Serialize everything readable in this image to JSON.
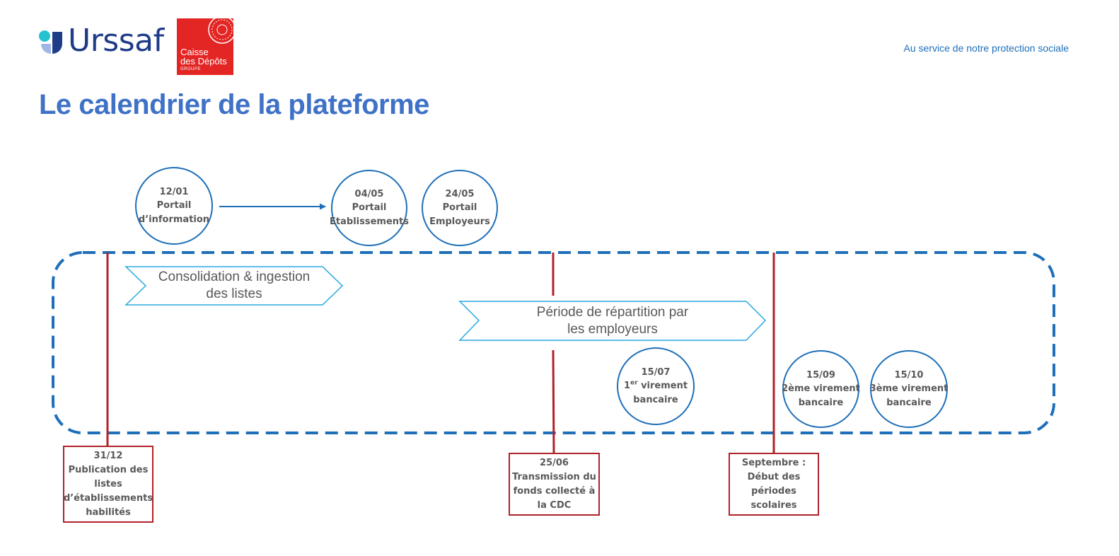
{
  "header": {
    "urssaf_logo_text": "Urssaf",
    "cdc_logo": {
      "line1": "Caisse",
      "line2": "des Dépôts",
      "line3": "GROUPE"
    },
    "tagline": "Au service de notre protection sociale"
  },
  "page_title": "Le calendrier de la plateforme",
  "milestones_top": [
    {
      "date": "12/01",
      "line1": "Portail",
      "line2": "d’information"
    },
    {
      "date": "04/05",
      "line1": "Portail",
      "line2": "Etablissements"
    },
    {
      "date": "24/05",
      "line1": "Portail",
      "line2": "Employeurs"
    }
  ],
  "phases": [
    {
      "line1": "Consolidation & ingestion",
      "line2": "des listes"
    },
    {
      "line1": "Période de répartition par",
      "line2": "les employeurs"
    }
  ],
  "payments": [
    {
      "date": "15/07",
      "ordinal": "1",
      "ordinal_suffix": "er",
      "line1": "virement",
      "line2": "bancaire"
    },
    {
      "date": "15/09",
      "line1": "2ème virement",
      "line2": "bancaire"
    },
    {
      "date": "15/10",
      "line1": "3ème virement",
      "line2": "bancaire"
    }
  ],
  "key_dates": [
    {
      "line1": "31/12",
      "line2": "Publication des",
      "line3": "listes",
      "line4": "d’établissements",
      "line5": "habilités"
    },
    {
      "line1": "25/06",
      "line2": "Transmission du",
      "line3": "fonds collecté à",
      "line4": "la CDC"
    },
    {
      "line1": "Septembre :",
      "line2": "Début des",
      "line3": "périodes",
      "line4": "scolaires"
    }
  ],
  "colors": {
    "title_blue": "#3f72c7",
    "node_blue": "#1e6fb8",
    "chevron_border": "#29a8e0",
    "marker_red": "#b02229",
    "text_gray": "#595959"
  },
  "icons": {
    "urssaf_mark": "urssaf-logo-icon",
    "cdc_seal": "cdc-seal-icon"
  }
}
